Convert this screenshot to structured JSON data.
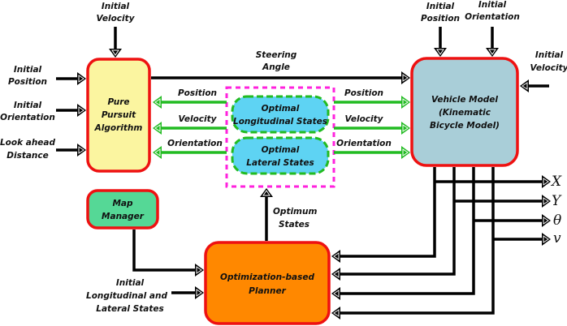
{
  "colors": {
    "block_border": "#ee1111",
    "pure_pursuit_fill": "#fbf5a0",
    "vehicle_model_fill": "#a9ced8",
    "map_manager_fill": "#55d896",
    "planner_fill": "#ff8800",
    "optimal_states_fill": "#5ed3f3",
    "optimal_states_border": "#22bb22",
    "group_border": "#ff22dd",
    "green_arrow": "#22bb22"
  },
  "blocks": {
    "pure_pursuit": [
      "Pure",
      "Pursuit",
      "Algorithm"
    ],
    "vehicle_model": [
      "Vehicle Model",
      "(Kinematic",
      "Bicycle Model)"
    ],
    "map_manager": [
      "Map",
      "Manager"
    ],
    "planner": [
      "Optimization-based",
      "Planner"
    ],
    "optimal_longitudinal": [
      "Optimal",
      "Longitudinal States"
    ],
    "optimal_lateral": [
      "Optimal",
      "Lateral States"
    ]
  },
  "labels": {
    "pp_initial_velocity": [
      "Initial",
      "Velocity"
    ],
    "pp_initial_position": [
      "Initial",
      "Position"
    ],
    "pp_initial_orientation": [
      "Initial",
      "Orientation"
    ],
    "pp_lookahead": [
      "Look ahead",
      "Distance"
    ],
    "steering_angle": [
      "Steering",
      "Angle"
    ],
    "left_position": "Position",
    "left_velocity": "Velocity",
    "left_orientation": "Orientation",
    "right_position": "Position",
    "right_velocity": "Velocity",
    "right_orientation": "Orientation",
    "vm_initial_position": [
      "Initial",
      "Position"
    ],
    "vm_initial_orientation": [
      "Initial",
      "Orientation"
    ],
    "vm_initial_velocity": [
      "Initial",
      "Velocity"
    ],
    "optimum_states": [
      "Optimum",
      "States"
    ],
    "planner_initial_states": [
      "Initial",
      "Longitudinal and",
      "Lateral States"
    ]
  },
  "outputs": [
    "X",
    "Y",
    "θ",
    "v"
  ]
}
